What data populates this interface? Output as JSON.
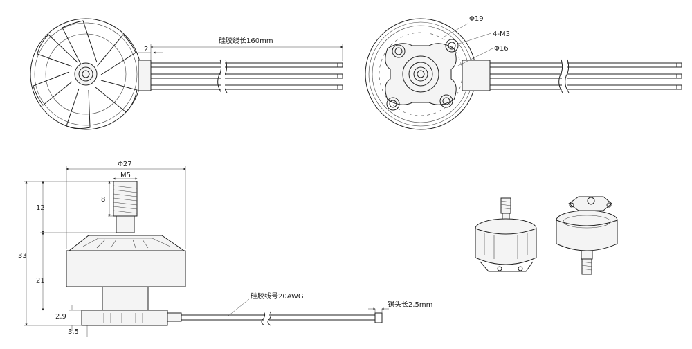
{
  "labels": {
    "wire_length_top": "硅胶线长160mm",
    "gap_2": "2",
    "dia_19": "Φ19",
    "holes": "4-M3",
    "dia_16": "Φ16",
    "dia_27": "Φ27",
    "thread": "M5",
    "dim_8": "8",
    "dim_12": "12",
    "dim_33": "33",
    "dim_21": "21",
    "dim_2_9": "2.9",
    "dim_3_5": "3.5",
    "wire_gauge": "硅胶线号20AWG",
    "tin_length": "锡头长2.5mm"
  }
}
